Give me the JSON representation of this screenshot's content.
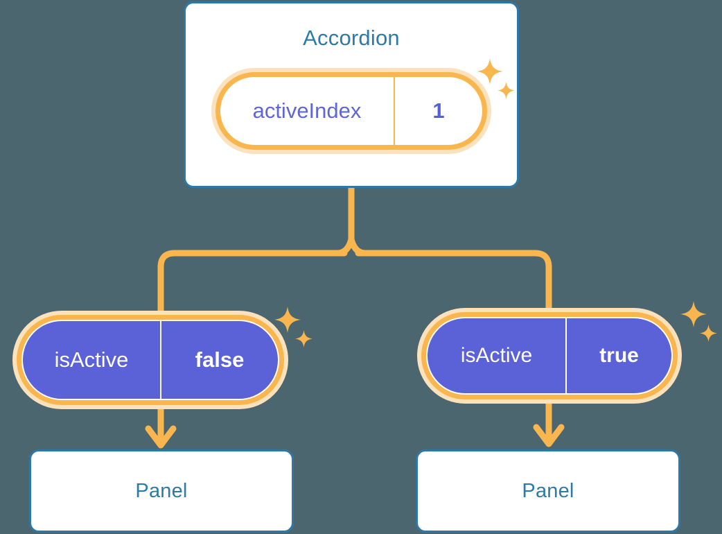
{
  "background_color": "#4c6670",
  "theme": {
    "card_border": "#2e78a8",
    "card_title_color": "#2d7aa6",
    "accent_amber": "#f9b64e",
    "accent_amber_soft": "#fbe2bd",
    "state_indigo": "#5b61d6",
    "state_text_purple": "#6066d8",
    "connector_color": "#f9b64e",
    "white": "#ffffff"
  },
  "diagram": {
    "type": "component-tree",
    "root": {
      "title": "Accordion",
      "state": {
        "key": "activeIndex",
        "value": "1"
      }
    },
    "children": [
      {
        "id": "left",
        "prop": {
          "key": "isActive",
          "value": "false"
        },
        "panel": {
          "title": "Panel"
        }
      },
      {
        "id": "right",
        "prop": {
          "key": "isActive",
          "value": "true"
        },
        "panel": {
          "title": "Panel"
        }
      }
    ]
  },
  "icons": {
    "sparkle_large": "sparkle-icon",
    "sparkle_small": "sparkle-icon",
    "arrow_down": "arrow-down-icon"
  }
}
